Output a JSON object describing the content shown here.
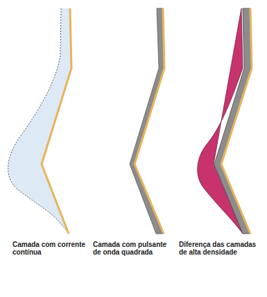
{
  "diagram": {
    "labels": [
      "Camada com corrente contínua",
      "Camada com pulsante de onda quadrada",
      "Diferença das camadas de alta densidade"
    ]
  }
}
